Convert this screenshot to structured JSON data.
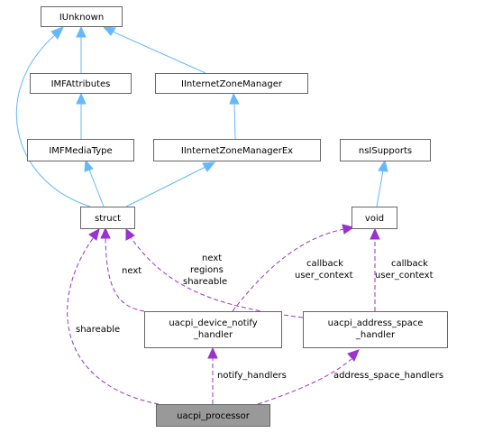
{
  "nodes": {
    "iunknown": "IUnknown",
    "imfattributes": "IMFAttributes",
    "iinternetzonemanager": "IInternetZoneManager",
    "imfmediatype": "IMFMediaType",
    "iinternetzonemanagerex": "IInternetZoneManagerEx",
    "nsisupports": "nsISupports",
    "struct": "struct",
    "void": "void",
    "device_notify_l1": "uacpi_device_notify",
    "device_notify_l2": "_handler",
    "address_space_l1": "uacpi_address_space",
    "address_space_l2": "_handler",
    "processor": "uacpi_processor"
  },
  "edge_labels": {
    "next_left": "next",
    "next_mid": "next",
    "regions": "regions",
    "shareable_mid": "shareable",
    "shareable_left": "shareable",
    "callback_left": "callback",
    "user_context_left": "user_context",
    "callback_right": "callback",
    "user_context_right": "user_context",
    "notify_handlers": "notify_handlers",
    "address_space_handlers": "address_space_handlers"
  },
  "colors": {
    "inheritance": "#63b8ff",
    "member": "#9a32cd",
    "focus_node": "#999999"
  }
}
